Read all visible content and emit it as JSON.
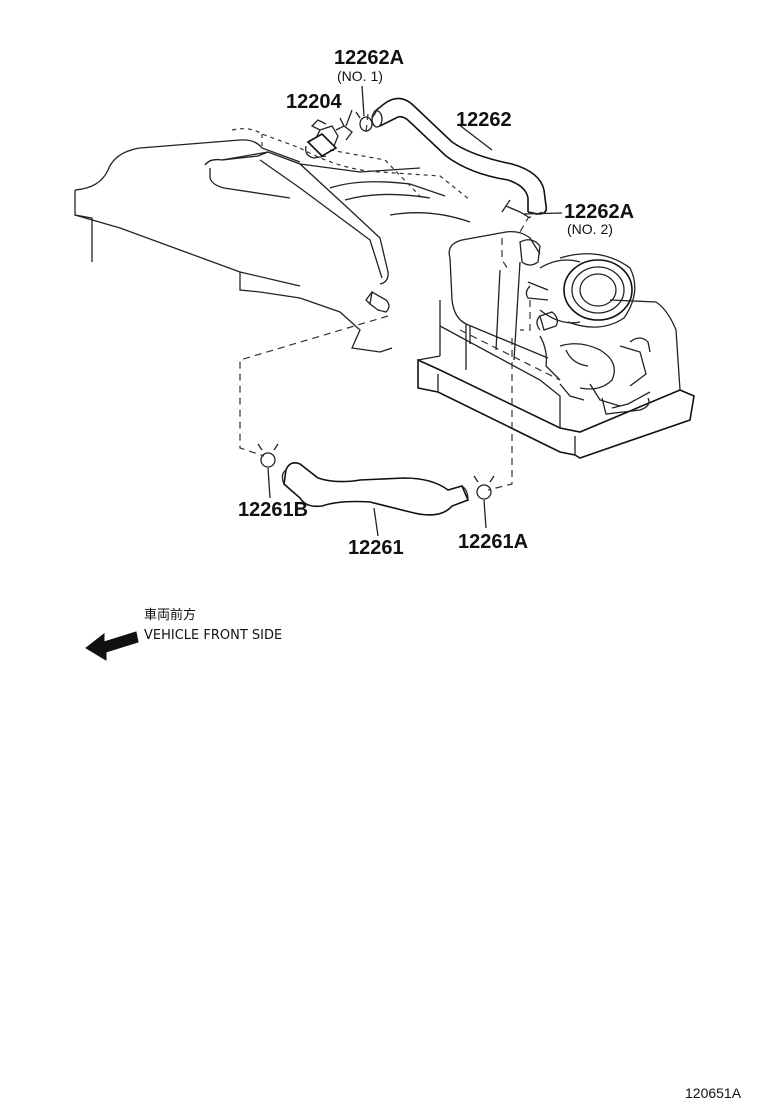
{
  "parts": {
    "valve_number": "12204",
    "hose_upper_number": "12262",
    "clip_no1_number": "12262A",
    "clip_no1_note": "(NO. 1)",
    "clip_no2_number": "12262A",
    "clip_no2_note": "(NO. 2)",
    "hose_lower_number": "12261",
    "clip_lower_b_number": "12261B",
    "clip_lower_a_number": "12261A"
  },
  "direction": {
    "japanese": "車両前方",
    "english": "VEHICLE FRONT SIDE"
  },
  "illustration_id": "120651A"
}
